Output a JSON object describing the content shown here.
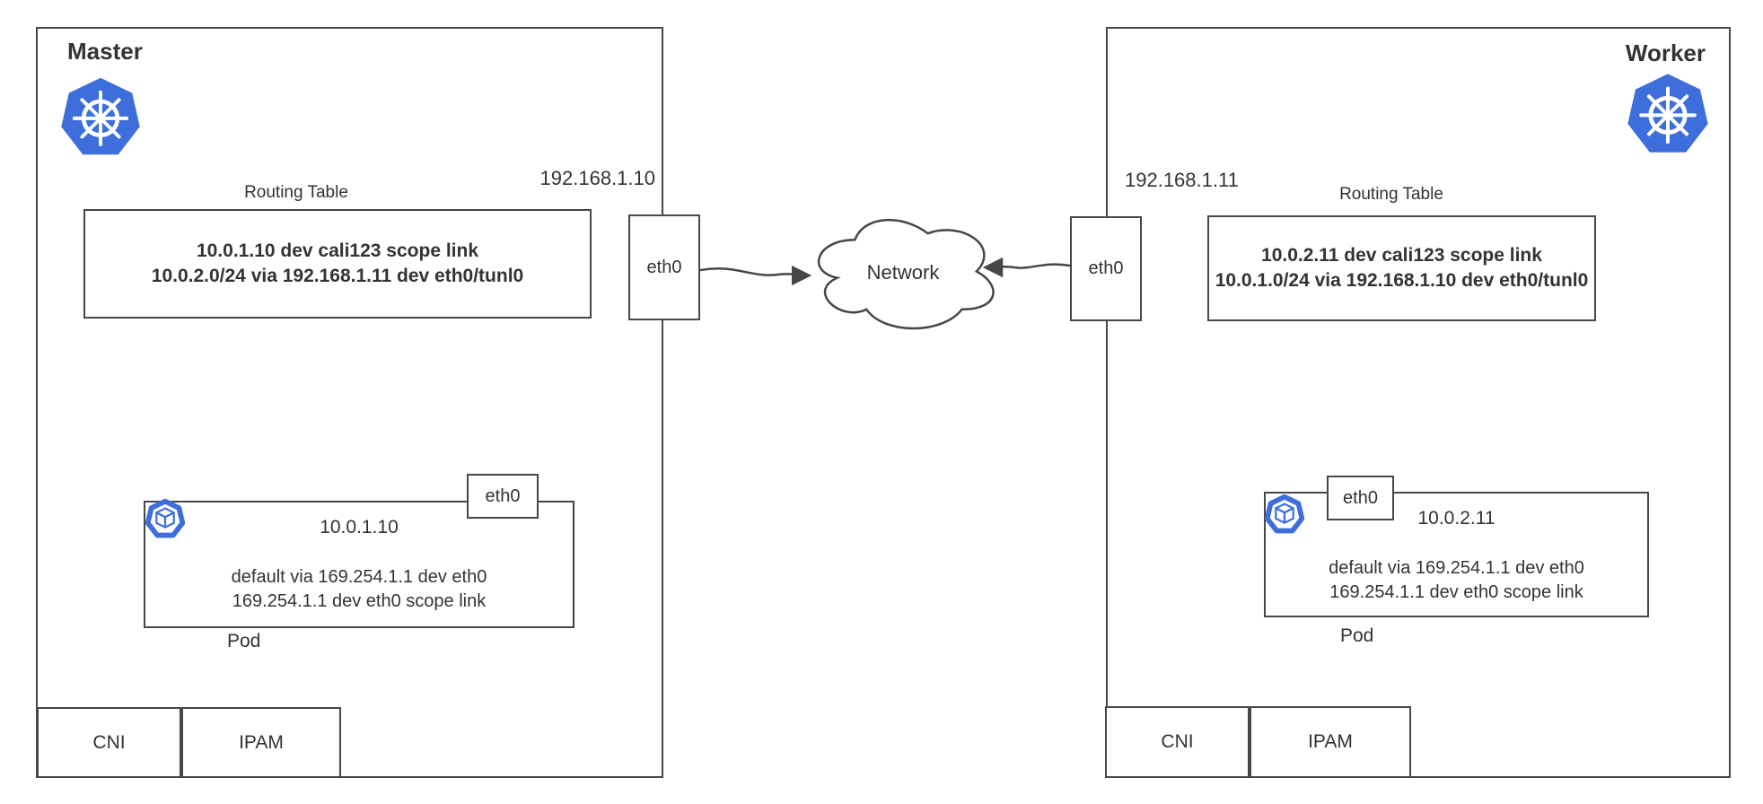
{
  "colors": {
    "k8s_blue": "#3d6edb",
    "line": "#474747",
    "text": "#333333",
    "bg": "#ffffff"
  },
  "network": {
    "label": "Network"
  },
  "master": {
    "title": "Master",
    "host_ip": "192.168.1.10",
    "nic": "eth0",
    "routing_table": {
      "label": "Routing Table",
      "lines": [
        "10.0.1.10 dev cali123 scope link",
        "10.0.2.0/24 via 192.168.1.11 dev eth0/tunl0"
      ]
    },
    "pod": {
      "label": "Pod",
      "nic": "eth0",
      "ip": "10.0.1.10",
      "routes": [
        "default via 169.254.1.1 dev eth0",
        "169.254.1.1 dev eth0 scope link"
      ]
    },
    "cni": "CNI",
    "ipam": "IPAM"
  },
  "worker": {
    "title": "Worker",
    "host_ip": "192.168.1.11",
    "nic": "eth0",
    "routing_table": {
      "label": "Routing Table",
      "lines": [
        "10.0.2.11 dev cali123 scope link",
        "10.0.1.0/24 via 192.168.1.10 dev eth0/tunl0"
      ]
    },
    "pod": {
      "label": "Pod",
      "nic": "eth0",
      "ip": "10.0.2.11",
      "routes": [
        "default via 169.254.1.1 dev eth0",
        "169.254.1.1 dev eth0 scope link"
      ]
    },
    "cni": "CNI",
    "ipam": "IPAM"
  }
}
